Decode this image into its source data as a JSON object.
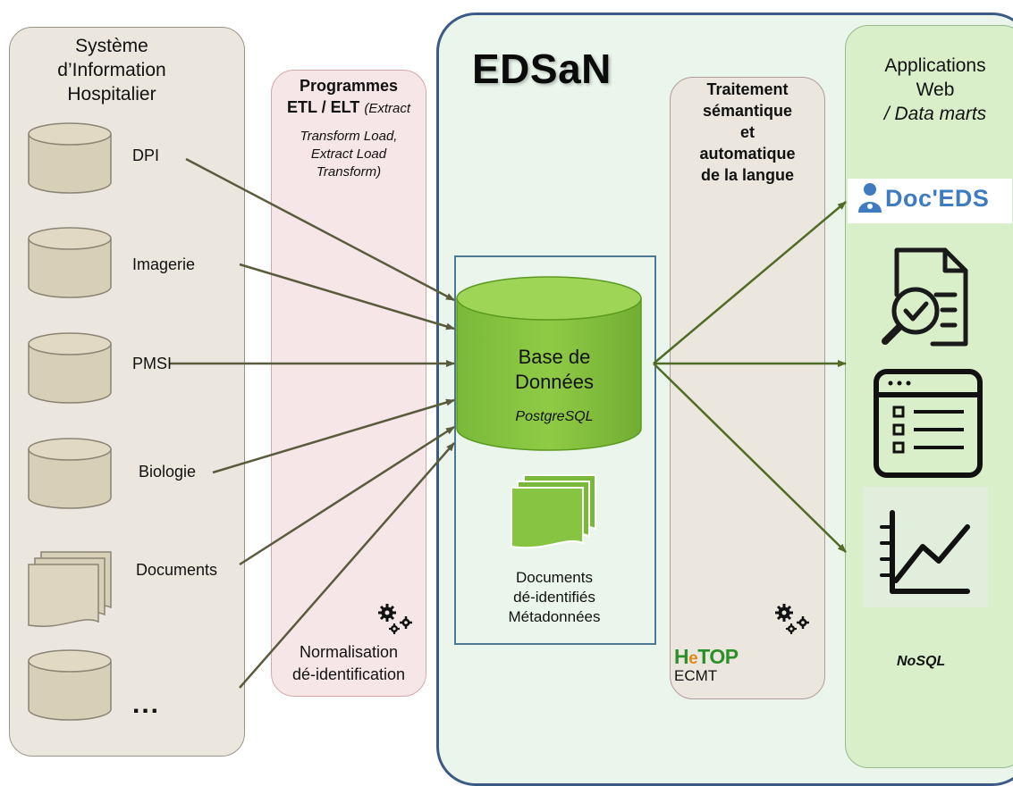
{
  "sih": {
    "title_lines": [
      "Système",
      "d’Information",
      "Hospitalier"
    ],
    "sources": [
      {
        "label": "DPI",
        "icon": "database-icon"
      },
      {
        "label": "Imagerie",
        "icon": "database-icon"
      },
      {
        "label": "PMSI",
        "icon": "database-icon"
      },
      {
        "label": "Biologie",
        "icon": "database-icon"
      },
      {
        "label": "Documents",
        "icon": "documents-stack-icon"
      },
      {
        "label": "...",
        "icon": "database-icon"
      }
    ]
  },
  "etl": {
    "title_lines": [
      "Programmes",
      "ETL / ELT"
    ],
    "subtitle_lines": [
      "(Extract",
      "Transform Load,",
      "Extract Load",
      "Transform)"
    ],
    "bottom_lines": [
      "Normalisation",
      "dé-identification"
    ],
    "icon": "gears-icon"
  },
  "edsan": {
    "title": "EDSaN",
    "database": {
      "label_lines": [
        "Base de",
        "Données"
      ],
      "engine": "PostgreSQL"
    },
    "documents_lines": [
      "Documents",
      "dé-identifiés",
      "Métadonnées"
    ]
  },
  "tal": {
    "title_lines": [
      "Traitement",
      "sémantique",
      "et",
      "automatique",
      "de la langue"
    ],
    "hetop": {
      "h": "H",
      "e": "e",
      "rest": "TOP"
    },
    "ecmt": "ECMT",
    "icon": "gears-icon"
  },
  "apps": {
    "title_lines": [
      "Applications",
      "Web",
      "/ Data marts"
    ],
    "items": [
      {
        "name": "Doc'EDS",
        "icon": "doceds-logo-icon"
      },
      {
        "name": "",
        "icon": "document-search-check-icon"
      },
      {
        "name": "",
        "icon": "web-form-list-icon"
      },
      {
        "name": "",
        "icon": "line-chart-icon"
      }
    ],
    "nosql": "NoSQL"
  },
  "colors": {
    "arrow": "#5a5a3c",
    "arrow_out": "#4f6b25",
    "db_green": "#8cc63f",
    "db_green_dark": "#5a9a1f",
    "source_db": "#d8cfb8",
    "source_db_stroke": "#8b8474",
    "edsan_border": "#3b5a85"
  }
}
